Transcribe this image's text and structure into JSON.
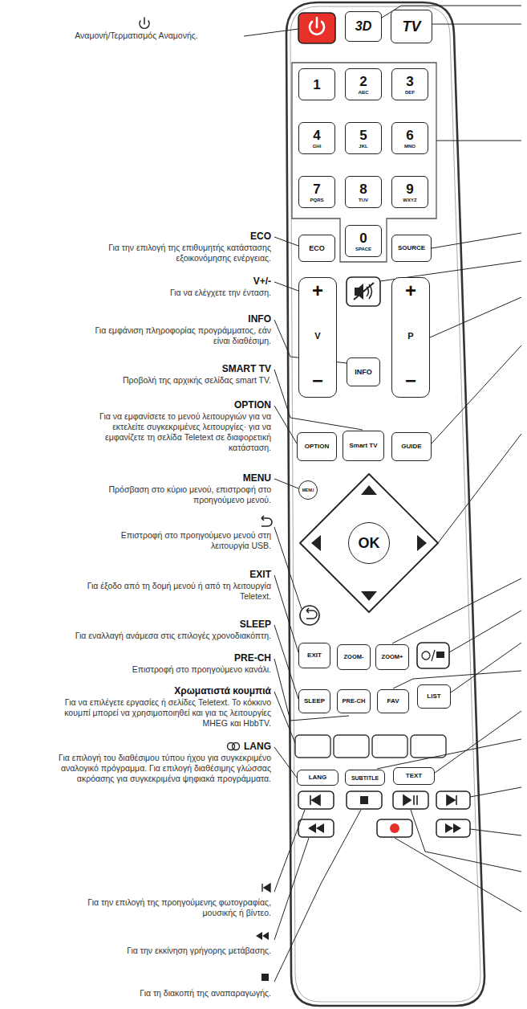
{
  "diagram": {
    "nodes": [
      {
        "text": [
          "3D"
        ]
      },
      {
        "text": [
          "TV"
        ]
      },
      {
        "text": [
          "1"
        ]
      },
      {
        "text": [
          "2",
          "ABC"
        ]
      },
      {
        "text": [
          "3",
          "DEF"
        ]
      },
      {
        "text": [
          "4",
          "GHI"
        ]
      },
      {
        "text": [
          "5",
          "JKL"
        ]
      },
      {
        "text": [
          "6",
          "MNO"
        ]
      },
      {
        "text": [
          "7",
          "PQRS"
        ]
      },
      {
        "text": [
          "8",
          "TUV"
        ]
      },
      {
        "text": [
          "9",
          "WXYZ"
        ]
      },
      {
        "text": [
          "ECO"
        ]
      },
      {
        "text": [
          "0",
          "SPACE"
        ]
      },
      {
        "text": [
          "SOURCE"
        ]
      },
      {
        "text": [
          "+",
          "V",
          "−"
        ]
      },
      {
        "text": [
          "INFO"
        ]
      },
      {
        "text": [
          "+",
          "P",
          "−"
        ]
      },
      {
        "text": [
          "OPTION"
        ]
      },
      {
        "text": [
          "Smart TV"
        ]
      },
      {
        "text": [
          "GUIDE"
        ]
      },
      {
        "text": [
          "MENU"
        ]
      },
      {
        "text": [
          "OK"
        ]
      },
      {
        "text": [
          "EXIT"
        ]
      },
      {
        "text": [
          "ZOOM-"
        ]
      },
      {
        "text": [
          "ZOOM+"
        ]
      },
      {
        "text": [
          "SLEEP"
        ]
      },
      {
        "text": [
          "PRE-CH"
        ]
      },
      {
        "text": [
          "FAV"
        ]
      },
      {
        "text": [
          "LIST"
        ]
      },
      {
        "text": [
          "LANG"
        ]
      },
      {
        "text": [
          "SUBTITLE"
        ]
      },
      {
        "text": [
          "TEXT"
        ]
      }
    ],
    "labels": [
      "Αναμονή/Τερματισμός Αναμονής.",
      "ECO",
      "Για την επιλογή της επιθυμητής κατάστασης εξοικονόμησης ενέργειας.",
      "V+/-",
      "Για να ελέγχετε την ένταση.",
      "INFO",
      "Για εμφάνιση πληροφορίας προγράμματος, εάν είναι διαθέσιμη.",
      "SMART TV",
      "Προβολή της αρχικής σελίδας smart TV.",
      "OPTION",
      "Για να εμφανίσετε το μενού λειτουργιών για να εκτελείτε συγκεκριμένες λειτουργίες· για να εμφανίζετε τη σελίδα Teletext σε διαφορετική κατάσταση.",
      "MENU",
      "Πρόσβαση στο κύριο μενού, επιστροφή στο προηγούμενο μενού.",
      "Επιστροφή στο προηγούμενο μενού στη λειτουργία USB.",
      "EXIT",
      "Για έξοδο από τη δομή μενού ή από τη λειτουργία Teletext.",
      "SLEEP",
      "Για εναλλαγή ανάμεσα στις επιλογές χρονοδιακόπτη.",
      "PRE-CH",
      "Επιστροφή στο προηγούμενο κανάλι.",
      "Χρωματιστά κουμπιά",
      "Για να επιλέγετε εργασίες ή σελίδες Teletext. Το κόκκινο κουμπί μπορεί να χρησιμοποιηθεί και για τις λειτουργίες MHEG και HbbTV.",
      "LANG",
      "Για επιλογή του διαθέσιμου τύπου ήχου για συγκεκριμένο αναλογικό πρόγραμμα. Για επιλογή διαθέσιμης γλώσσας ακρόασης για συγκεκριμένα ψηφιακά προγράμματα.",
      "Για την επιλογή της προηγούμενης φωτογραφίας, μουσικής ή βίντεο.",
      "Για την εκκίνηση γρήγορης μετάβασης.",
      "Για τη διακοπή της αναπαραγωγής."
    ]
  }
}
